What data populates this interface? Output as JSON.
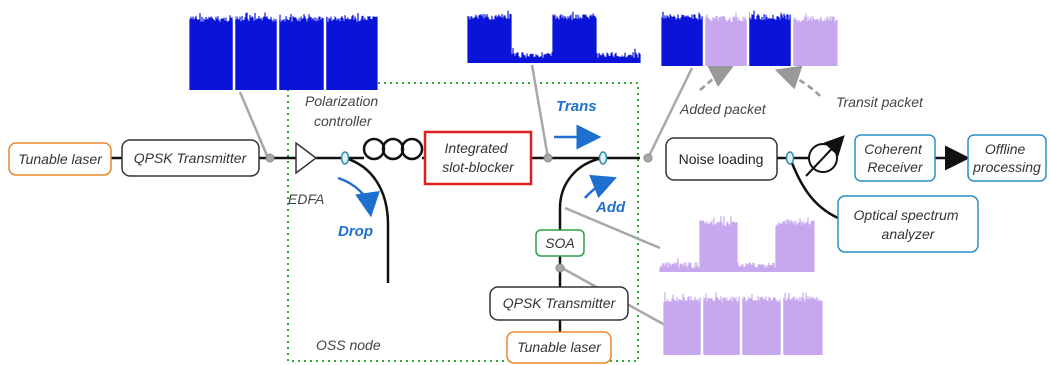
{
  "colors": {
    "laser_border": "#e8892f",
    "box_border": "#333333",
    "blocker_border": "#e02020",
    "soa_border": "#2e9e4a",
    "receiver_border": "#2b8fc7",
    "node_dotted": "#2eaa3a",
    "accent_blue": "#1f6fd0",
    "packet_blue": "#0a14d8",
    "packet_lilac": "#c7a8ef",
    "connector_gray": "#a8a8a8",
    "fiber": "#111111"
  },
  "labels": {
    "tunable_laser": "Tunable laser",
    "qpsk_tx": "QPSK Transmitter",
    "edfa": "EDFA",
    "polarization_controller": "Polarization\ncontroller",
    "slot_blocker": "Integrated\nslot-blocker",
    "trans": "Trans",
    "drop": "Drop",
    "add": "Add",
    "soa": "SOA",
    "qpsk_tx_2": "QPSK Transmitter",
    "tunable_laser_2": "Tunable laser",
    "oss_node": "OSS node",
    "noise_loading": "Noise loading",
    "coherent_receiver": "Coherent\nReceiver",
    "offline_processing": "Offline\nprocessing",
    "osa": "Optical spectrum\nanalyzer",
    "added_packet": "Added packet",
    "transit_packet": "Transit packet"
  },
  "icons": [
    "edfa-triangle-icon",
    "polarization-loops-icon",
    "variable-attenuator-icon",
    "coupler-icon"
  ]
}
